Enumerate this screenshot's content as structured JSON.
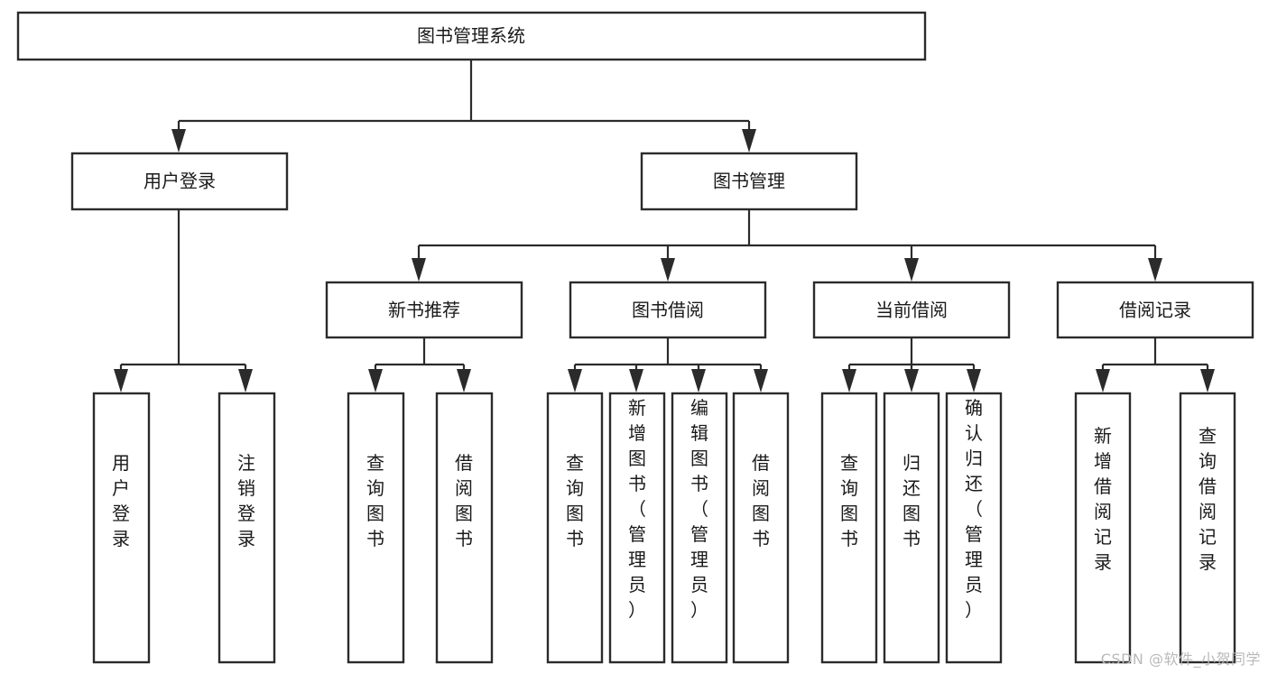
{
  "diagram": {
    "title": "图书管理系统",
    "type": "tree",
    "watermark": "CSDN @软件_小贺同学",
    "colors": {
      "box_stroke": "#2b2b2b",
      "box_fill": "#ffffff",
      "text": "#1a1a1a",
      "connector": "#2b2b2b",
      "watermark": "#b9b9b9",
      "background": "#ffffff"
    },
    "levels": {
      "level0": [
        {
          "id": "root",
          "label": "图书管理系统",
          "orientation": "horizontal"
        }
      ],
      "level1": [
        {
          "id": "user-login",
          "label": "用户登录",
          "orientation": "horizontal"
        },
        {
          "id": "book-manage",
          "label": "图书管理",
          "orientation": "horizontal"
        }
      ],
      "level2": [
        {
          "id": "new-book-rec",
          "label": "新书推荐",
          "orientation": "horizontal"
        },
        {
          "id": "book-borrow",
          "label": "图书借阅",
          "orientation": "horizontal"
        },
        {
          "id": "current-borrow",
          "label": "当前借阅",
          "orientation": "horizontal"
        },
        {
          "id": "borrow-record",
          "label": "借阅记录",
          "orientation": "horizontal"
        }
      ],
      "level3": [
        {
          "id": "leaf-user-login",
          "parent": "user-login",
          "label": "用户登录",
          "orientation": "vertical"
        },
        {
          "id": "leaf-logout",
          "parent": "user-login",
          "label": "注销登录",
          "orientation": "vertical"
        },
        {
          "id": "leaf-query-book-1",
          "parent": "new-book-rec",
          "label": "查询图书",
          "orientation": "vertical"
        },
        {
          "id": "leaf-borrow-book-1",
          "parent": "new-book-rec",
          "label": "借阅图书",
          "orientation": "vertical"
        },
        {
          "id": "leaf-query-book-2",
          "parent": "book-borrow",
          "label": "查询图书",
          "orientation": "vertical"
        },
        {
          "id": "leaf-add-book",
          "parent": "book-borrow",
          "label": "新增图书（管理员）",
          "orientation": "vertical"
        },
        {
          "id": "leaf-edit-book",
          "parent": "book-borrow",
          "label": "编辑图书（管理员）",
          "orientation": "vertical"
        },
        {
          "id": "leaf-borrow-book-2",
          "parent": "book-borrow",
          "label": "借阅图书",
          "orientation": "vertical"
        },
        {
          "id": "leaf-query-book-3",
          "parent": "current-borrow",
          "label": "查询图书",
          "orientation": "vertical"
        },
        {
          "id": "leaf-return-book",
          "parent": "current-borrow",
          "label": "归还图书",
          "orientation": "vertical"
        },
        {
          "id": "leaf-confirm-return",
          "parent": "current-borrow",
          "label": "确认归还（管理员）",
          "orientation": "vertical"
        },
        {
          "id": "leaf-add-record",
          "parent": "borrow-record",
          "label": "新增借阅记录",
          "orientation": "vertical"
        },
        {
          "id": "leaf-query-record",
          "parent": "borrow-record",
          "label": "查询借阅记录",
          "orientation": "vertical"
        }
      ]
    }
  }
}
